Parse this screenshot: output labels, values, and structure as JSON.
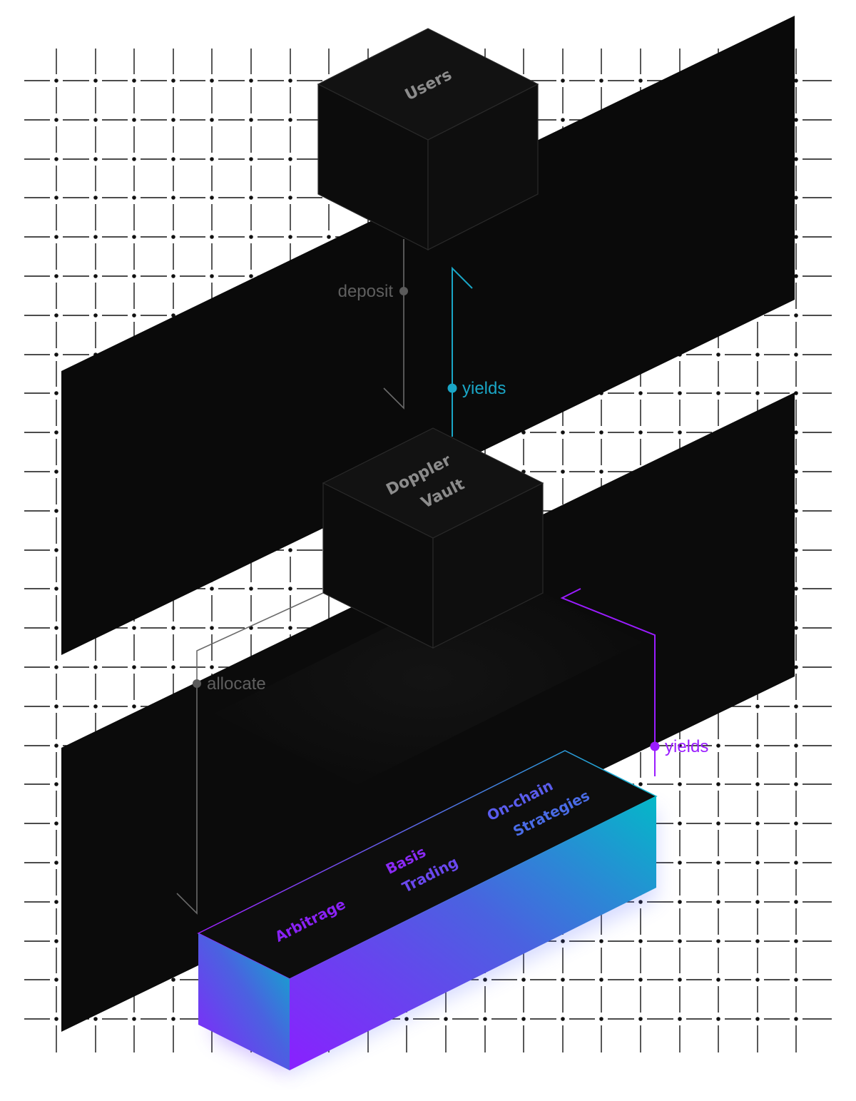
{
  "nodes": {
    "users": "Users",
    "vault_line1": "Doppler",
    "vault_line2": "Vault"
  },
  "edges": {
    "deposit": "deposit",
    "yields_top": "yields",
    "allocate": "allocate",
    "yields_bottom": "yields"
  },
  "strategies": {
    "arbitrage": "Arbitrage",
    "basis_line1": "Basis",
    "basis_line2": "Trading",
    "onchain_line1": "On-chain",
    "onchain_line2": "Strategies"
  },
  "colors": {
    "cyan": "#1aa6c6",
    "purple": "#9a1cff",
    "gray_line": "#6a6a6a",
    "gray_text": "#5f5f5f",
    "box_title": "#8c8c8c",
    "plate": "#0a0a0a"
  }
}
